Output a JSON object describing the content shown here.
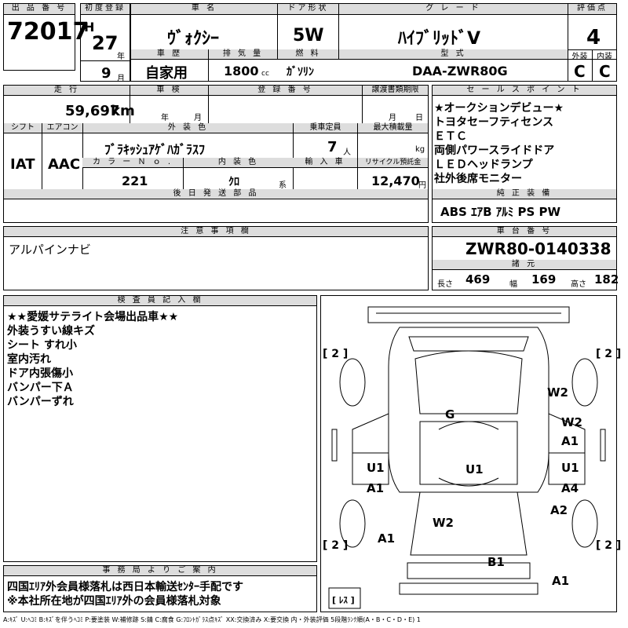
{
  "header": {
    "lot_label": "出 品 番 号",
    "lot_number": "72017",
    "first_reg_label": "初度登録",
    "era": "H",
    "year": "27",
    "year_unit": "年",
    "month": "9",
    "month_unit": "月",
    "car_name_label": "車 名",
    "car_name": "ｳﾞｫｸｼｰ",
    "door_label": "ドア形状",
    "door": "5W",
    "grade_label": "グ レ ー ド",
    "grade": "ﾊｲﾌﾞﾘｯﾄﾞV",
    "score_label": "評価点",
    "score": "4",
    "history_label": "車 歴",
    "history": "自家用",
    "displacement_label": "排 気 量",
    "displacement": "1800",
    "displacement_unit": "cc",
    "fuel_label": "燃 料",
    "fuel": "ｶﾞｿﾘﾝ",
    "model_label": "型 式",
    "model": "DAA-ZWR80G",
    "exterior_label": "外装",
    "exterior_grade": "C",
    "interior_label": "内装",
    "interior_grade": "C"
  },
  "row2": {
    "mileage_label": "走 行",
    "mileage": "59,697",
    "mileage_unit": "km",
    "inspection_label": "車 検",
    "inspection_year_unit": "年",
    "inspection_month_unit": "月",
    "registration_label": "登 録 番 号",
    "transfer_label": "譲渡書類期限",
    "transfer_month_unit": "月",
    "transfer_day_unit": "日",
    "shift_label": "シフト",
    "shift": "IAT",
    "aircon_label": "エアコン",
    "aircon": "AAC",
    "color_label": "外 装 色",
    "color": "ﾌﾞﾗｷｯｼｭｱｹﾞﾊｶﾞﾗｽﾌ",
    "capacity_label": "乗車定員",
    "capacity": "7",
    "capacity_unit": "人",
    "load_label": "最大積載量",
    "load_unit": "kg",
    "color_no_label": "カ ラ ー Ｎ ｏ .",
    "color_no": "221",
    "interior_color_label": "内 装 色",
    "interior_color": "ｸﾛ",
    "interior_color_unit": "系",
    "import_label": "輸 入 車",
    "recycle_label": "リサイクル預託金",
    "recycle": "12,470",
    "recycle_unit": "円",
    "later_parts_label": "後 日 発 送 部 品"
  },
  "sales_points": {
    "label": "セ ー ル ス ポ イ ン ト",
    "items": [
      "★オークションデビュー★",
      "トヨタセーフティセンス",
      "ＥＴＣ",
      "両側パワースライドドア",
      "ＬＥＤヘッドランプ",
      "社外後席モニター"
    ]
  },
  "equipment": {
    "label": "純 正 装 備",
    "value": "ABS ｴｱB ｱﾙﾐ PS PW"
  },
  "notes": {
    "label": "注 意 事 項 欄",
    "value": "アルパインナビ"
  },
  "chassis": {
    "label": "車 台 番 号",
    "value": "ZWR80-0140338",
    "specs_label": "諸 元",
    "length_label": "長さ",
    "length": "469",
    "width_label": "幅",
    "width": "169",
    "height_label": "高さ",
    "height": "182"
  },
  "inspector": {
    "label": "検 査 員 記 入 欄",
    "lines": [
      "★★愛媛サテライト会場出品車★★",
      "外装うすい線キズ",
      "シート すれ小",
      "室内汚れ",
      "ドア内張傷小",
      "バンパー下Ａ",
      "バンパーずれ"
    ]
  },
  "office": {
    "label": "事 務 局 よ り ご 案 内",
    "lines": [
      "四国ｴﾘｱ外会員様落札は西日本輸送ｾﾝﾀｰ手配です",
      "※本社所在地が四国ｴﾘｱ外の会員様落札対象"
    ]
  },
  "diagram": {
    "tire_labels": [
      "[ 2 ]",
      "[ 2 ]",
      "[ 2 ]",
      "[ 2 ]"
    ],
    "spare_label": "[ ﾚｽ ]",
    "marks": [
      "G",
      "W2",
      "W2",
      "A1",
      "U1",
      "U1",
      "U1",
      "A1",
      "A4",
      "A2",
      "W2",
      "A1",
      "B1",
      "A1"
    ]
  },
  "legend": "A:ｷｽﾞ U:ﾍｺﾐ B:ｷｽﾞを伴うﾍｺﾐ P:要塗装 W:補修跡 S:錆 C:腐食 G:ﾌﾛﾝﾄｶﾞﾗｽ点ｷｽﾞ XX:交換済み X:要交換 内・外装評価 5段階ﾗﾝｸ順(A・B・C・D・E) 1"
}
